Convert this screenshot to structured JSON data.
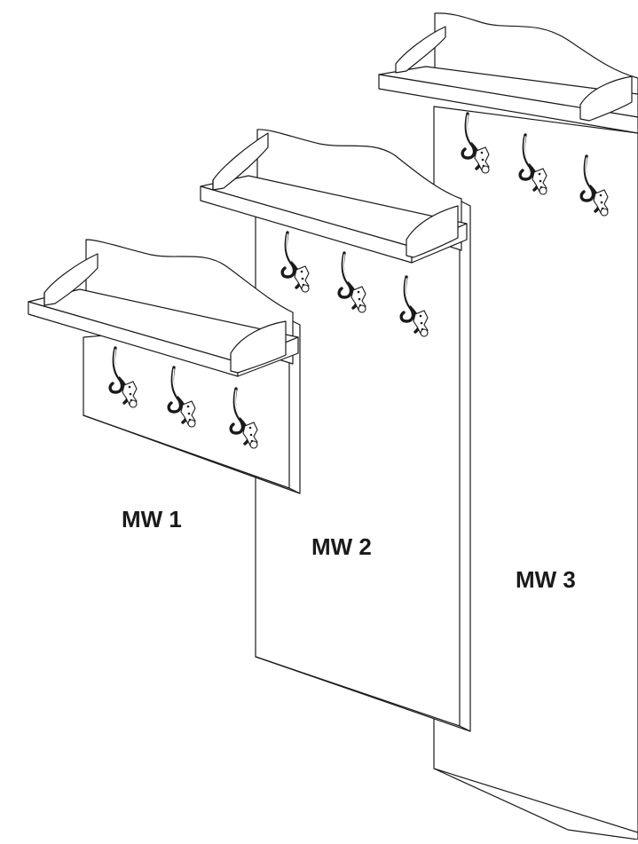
{
  "labels": {
    "mw1": "MW 1",
    "mw2": "MW 2",
    "mw3": "MW 3"
  },
  "colors": {
    "line": "#1a1a1a",
    "fill": "#ffffff"
  }
}
